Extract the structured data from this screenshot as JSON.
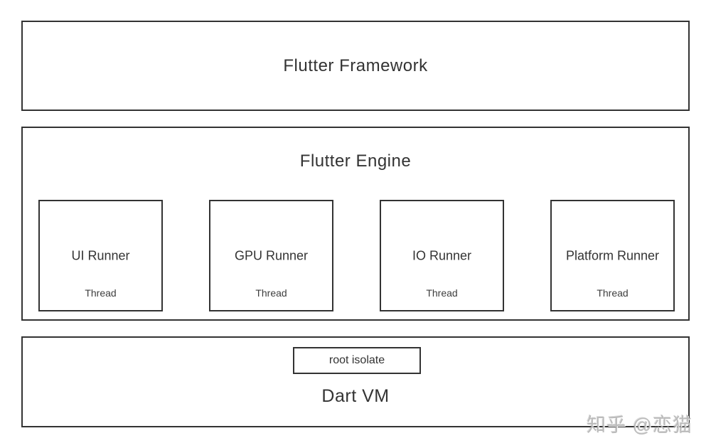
{
  "framework": {
    "title": "Flutter Framework"
  },
  "engine": {
    "title": "Flutter Engine",
    "runners": [
      {
        "name": "UI Runner",
        "sub": "Thread"
      },
      {
        "name": "GPU Runner",
        "sub": "Thread"
      },
      {
        "name": "IO Runner",
        "sub": "Thread"
      },
      {
        "name": "Platform Runner",
        "sub": "Thread"
      }
    ]
  },
  "dart_vm": {
    "title": "Dart VM",
    "isolate": "root isolate"
  },
  "watermark": {
    "text": "知乎 @恋猫"
  },
  "colors": {
    "border": "#333333",
    "text": "#333333",
    "background": "#ffffff",
    "watermark": "#b2b2b2"
  }
}
